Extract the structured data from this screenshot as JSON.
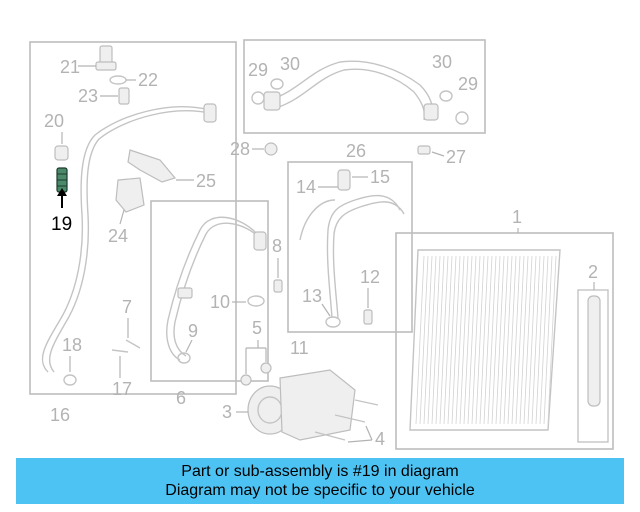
{
  "callouts": {
    "c1": "1",
    "c2": "2",
    "c3": "3",
    "c4": "4",
    "c5": "5",
    "c6": "6",
    "c7": "7",
    "c8": "8",
    "c9": "9",
    "c10": "10",
    "c11": "11",
    "c12": "12",
    "c13": "13",
    "c14": "14",
    "c15": "15",
    "c16": "16",
    "c17": "17",
    "c18": "18",
    "c19": "19",
    "c20": "20",
    "c21": "21",
    "c22": "22",
    "c23": "23",
    "c24": "24",
    "c25": "25",
    "c26": "26",
    "c27": "27",
    "c28": "28",
    "c29a": "29",
    "c29b": "29",
    "c30a": "30",
    "c30b": "30"
  },
  "highlight_color": "#000000",
  "banner": {
    "line1": "Part or sub-assembly is #19 in diagram",
    "line2": "Diagram may not be specific to your vehicle",
    "color": "#4dc3f4"
  }
}
